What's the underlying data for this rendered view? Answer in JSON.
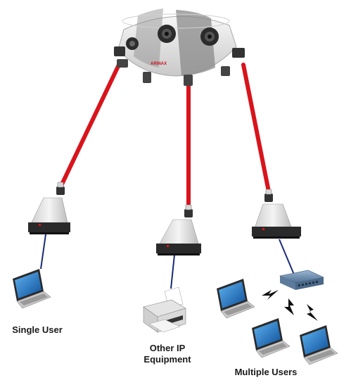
{
  "hub": {
    "brand_text": "ARINAX",
    "icon": "multi-port-hub-icon"
  },
  "links": {
    "fiber_color": "#d8141c",
    "copper_color": "#1a2a7a"
  },
  "endpoints": {
    "single_user": {
      "label": "Single User",
      "icon": "laptop-icon"
    },
    "other_ip": {
      "label_line1": "Other IP",
      "label_line2": "Equipment",
      "icon": "printer-icon"
    },
    "multiple_users": {
      "label": "Multiple Users",
      "icon": "laptop-group-icon"
    }
  },
  "colors": {
    "hub_body": "#e6e6e6",
    "hub_stripe": "#8a8a8a",
    "laptop_screen": "#1e78c8",
    "router": "#6f8fb0"
  }
}
